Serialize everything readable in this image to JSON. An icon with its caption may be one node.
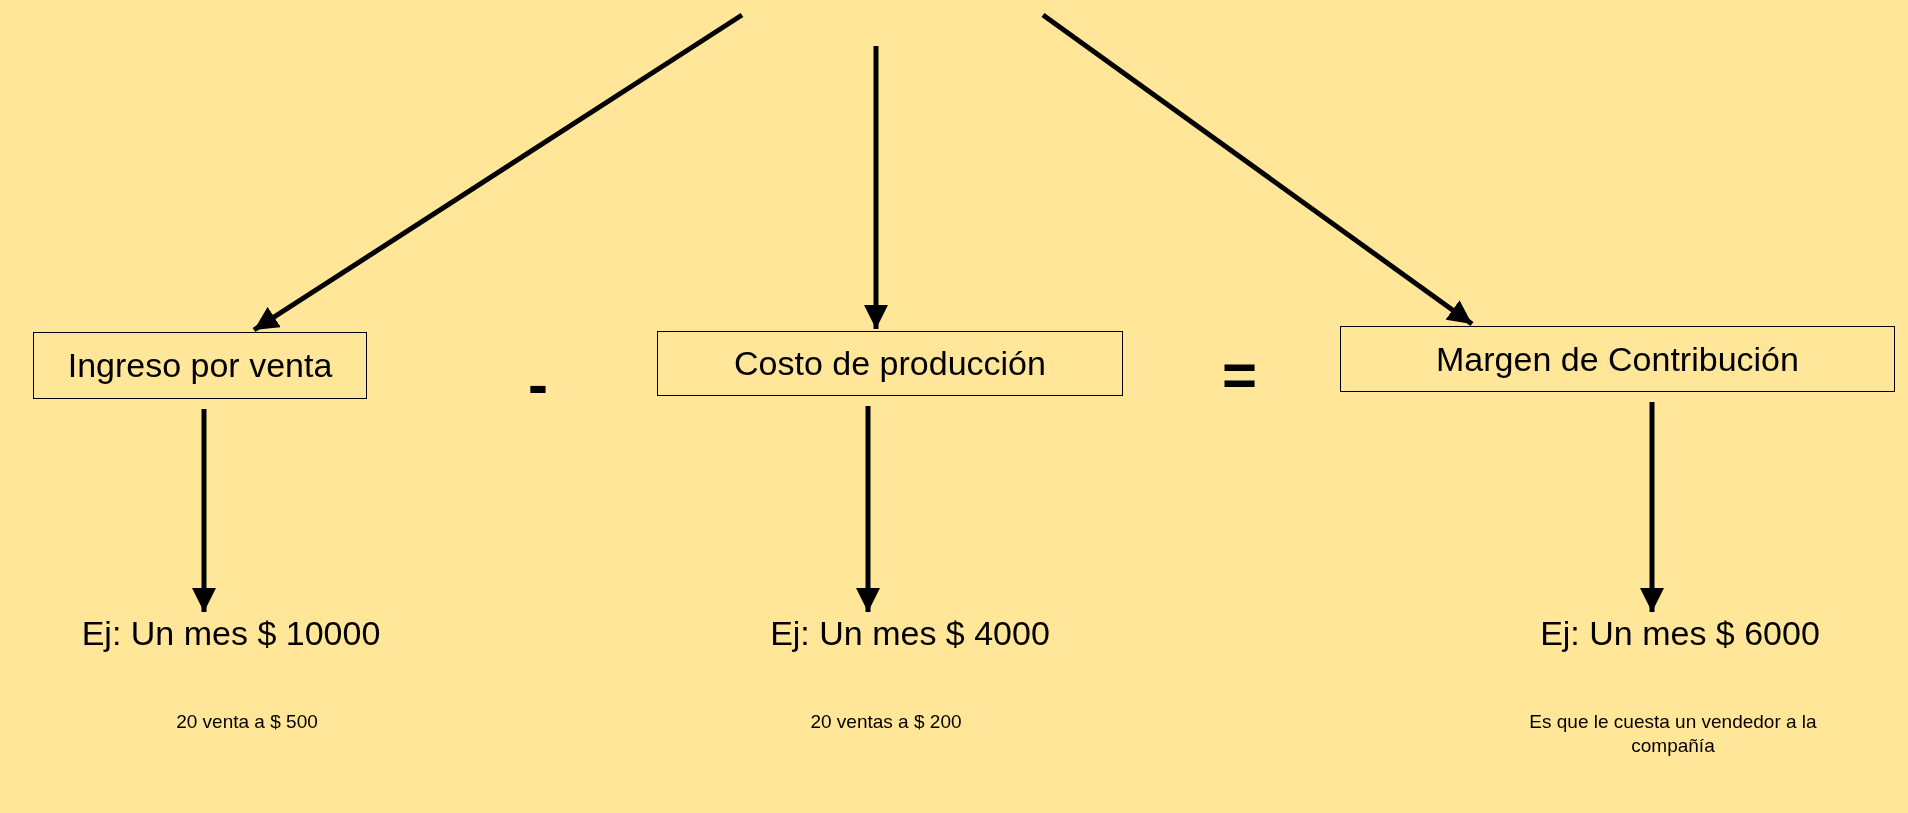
{
  "diagram": {
    "nodes": [
      {
        "text": [
          "Ingreso por venta"
        ]
      },
      {
        "text": [
          "Costo de producción"
        ]
      },
      {
        "text": [
          "Margen de Contribución"
        ]
      },
      {
        "text": [
          "Ej: Un mes $ 10000"
        ],
        "beside": [
          "20 venta a $ 500"
        ]
      },
      {
        "text": [
          "Ej: Un mes $ 4000"
        ],
        "beside": [
          "20 ventas a $ 200"
        ]
      },
      {
        "text": [
          "Ej: Un mes $ 6000"
        ],
        "beside": [
          "Es que le cuesta un vendedor a la compañía"
        ]
      }
    ],
    "edges": [
      {
        "from": null,
        "to": 0,
        "arrow": "to"
      },
      {
        "from": null,
        "to": 1,
        "arrow": "to"
      },
      {
        "from": null,
        "to": 2,
        "arrow": "to"
      },
      {
        "from": 0,
        "to": 3,
        "arrow": "to"
      },
      {
        "from": 1,
        "to": 4,
        "arrow": "to"
      },
      {
        "from": 2,
        "to": 5,
        "arrow": "to"
      }
    ],
    "labels": [
      "-",
      "="
    ]
  }
}
